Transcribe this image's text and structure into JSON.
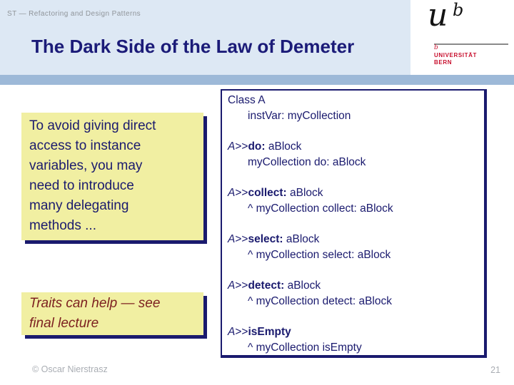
{
  "slide": {
    "pretitle": "ST — Refactoring and Design Patterns",
    "title": "The Dark Side of the Law of Demeter",
    "footer_left": "© Oscar Nierstrasz",
    "page_number": "21"
  },
  "logo": {
    "glyph_main": "u",
    "glyph_sup": "b",
    "small_mark": "b",
    "line1": "UNIVERSITÄT",
    "line2": "BERN"
  },
  "note_box": {
    "lines": [
      "To avoid giving direct",
      "access to instance",
      "variables, you may",
      "need to introduce",
      "many delegating",
      "methods ..."
    ]
  },
  "traits_box": {
    "lines": [
      "Traits can help — see",
      "final lecture"
    ]
  },
  "code_box": {
    "class_decl": {
      "header": "Class A",
      "inst_var": "instVar: myCollection"
    },
    "methods": [
      {
        "receiver": "A",
        "sep": ">>",
        "selector": "do:",
        "rest": " aBlock",
        "body": "myCollection do: aBlock"
      },
      {
        "receiver": "A",
        "sep": ">>",
        "selector": "collect:",
        "rest": " aBlock",
        "body": "^ myCollection collect: aBlock"
      },
      {
        "receiver": "A",
        "sep": ">>",
        "selector": "select:",
        "rest": " aBlock",
        "body": "^ myCollection select: aBlock"
      },
      {
        "receiver": "A",
        "sep": ">>",
        "selector": "detect:",
        "rest": " aBlock",
        "body": "^ myCollection detect: aBlock"
      },
      {
        "receiver": "A",
        "sep": ">>",
        "selector": "isEmpty",
        "rest": "",
        "body": "^ myCollection isEmpty"
      }
    ]
  },
  "colors": {
    "header_background": "#dde8f4",
    "divider_bar": "#9db9d8",
    "title_navy": "#1b1b78",
    "code_navy": "#1a1a6e",
    "note_yellow": "#f1efa2",
    "traits_maroon": "#7d2121",
    "logo_red": "#c8102e",
    "footer_gray": "#a9adb3"
  }
}
